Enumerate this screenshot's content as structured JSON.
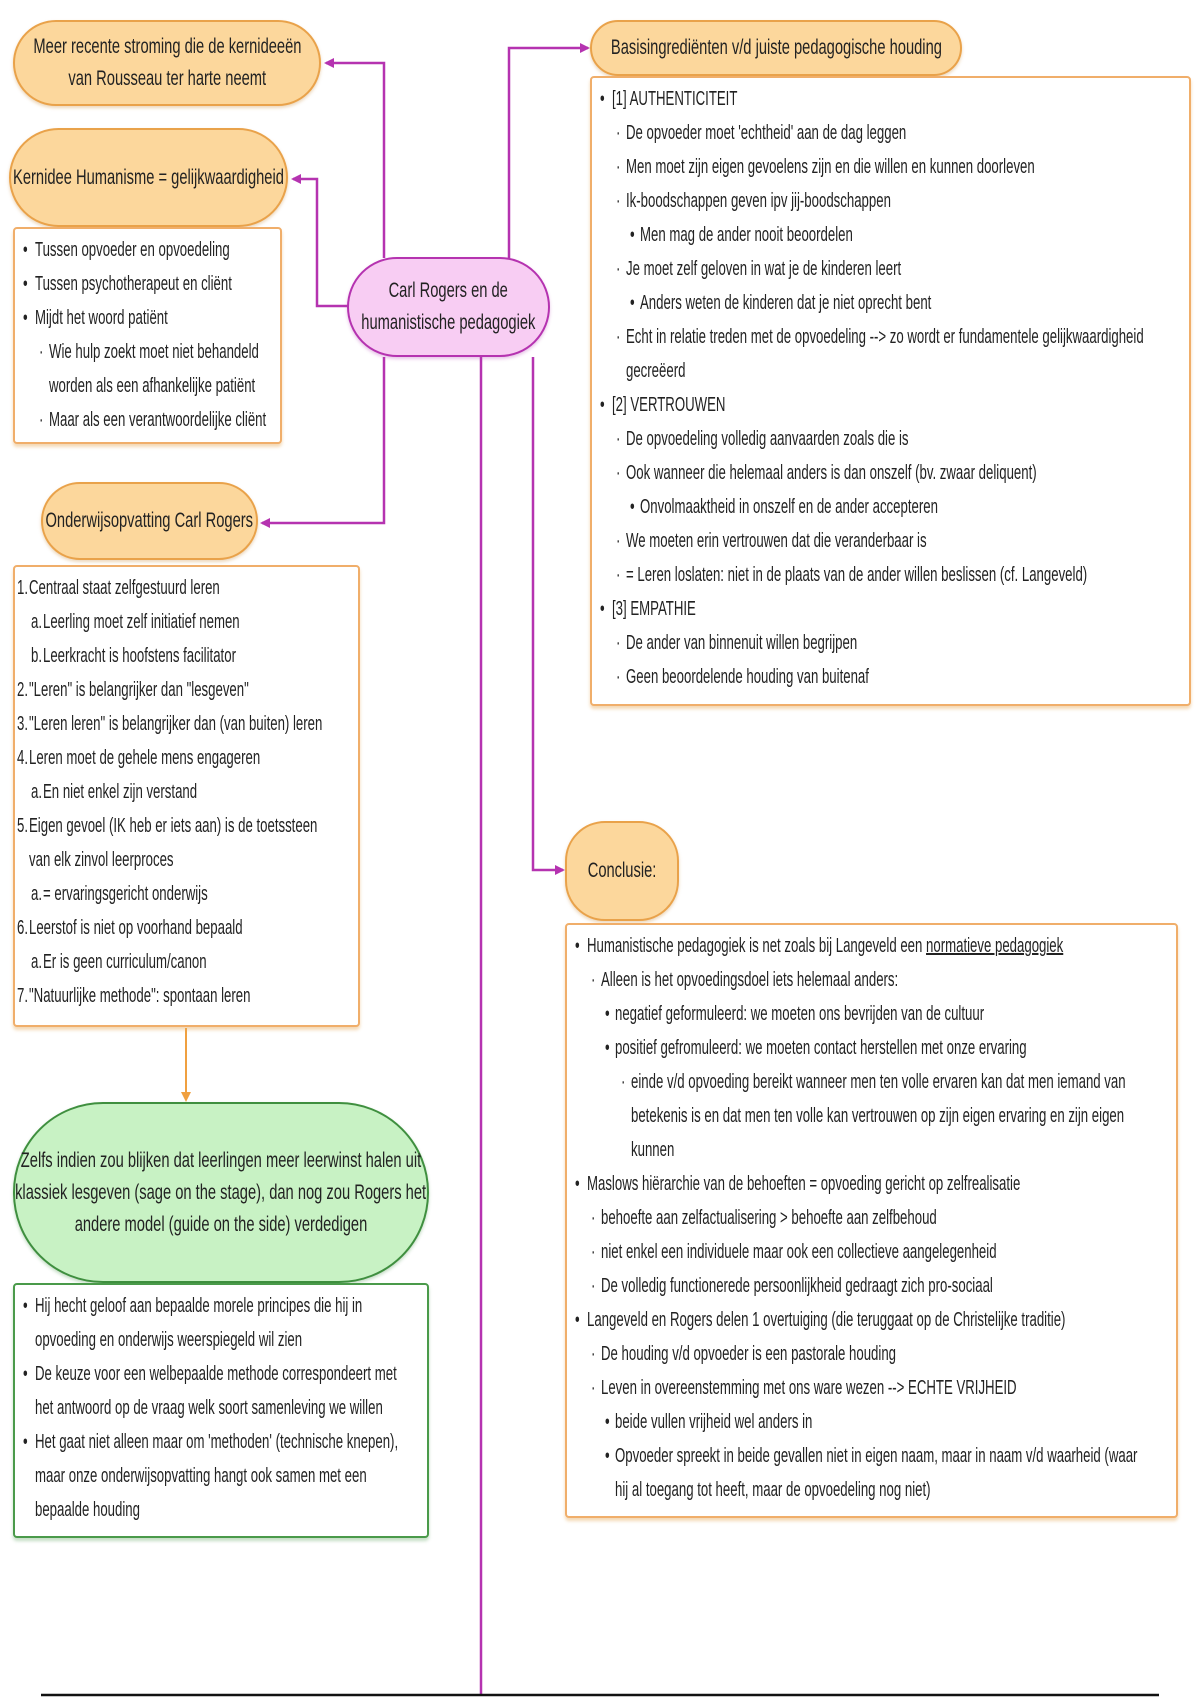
{
  "central": {
    "lines": [
      "Carl Rogers en de",
      "humanistische pedagogiek"
    ]
  },
  "colors": {
    "connector": "#b533b0",
    "orange_node": "#fcd79c",
    "orange_border": "#e9a24a",
    "green_node": "#c8f2c4",
    "central_node": "#f8cdf3"
  },
  "rousseau": {
    "lines": [
      "Meer recente stroming die de kernideeën",
      "van Rousseau ter harte neemt"
    ]
  },
  "kernidee": {
    "lines": [
      "Kernidee Humanisme = gelijkwaardigheid"
    ],
    "items": [
      {
        "lv": 0,
        "b": "•",
        "t": "Tussen opvoeder en opvoedeling"
      },
      {
        "lv": 0,
        "b": "•",
        "t": "Tussen psychotherapeut en cliënt"
      },
      {
        "lv": 0,
        "b": "•",
        "t": "Mijdt het woord patiënt"
      },
      {
        "lv": 1,
        "b": "·",
        "t": "Wie hulp zoekt moet niet behandeld"
      },
      {
        "lv": 1,
        "b": "",
        "t": "worden als een afhankelijke patiënt"
      },
      {
        "lv": 1,
        "b": "·",
        "t": "Maar als een verantwoordelijke cliënt"
      }
    ]
  },
  "onderwijs": {
    "lines": [
      "Onderwijsopvatting Carl Rogers"
    ],
    "items": [
      {
        "lv": 0,
        "b": "1.",
        "t": "Centraal staat zelfgestuurd leren"
      },
      {
        "lv": 1,
        "b": "a.",
        "t": "Leerling moet zelf initiatief nemen"
      },
      {
        "lv": 1,
        "b": "b.",
        "t": "Leerkracht is hoofstens facilitator"
      },
      {
        "lv": 0,
        "b": "2.",
        "t": "\"Leren\" is belangrijker dan \"lesgeven\""
      },
      {
        "lv": 0,
        "b": "3.",
        "t": "\"Leren leren\" is belangrijker dan (van buiten) leren"
      },
      {
        "lv": 0,
        "b": "4.",
        "t": "Leren moet de gehele mens engageren"
      },
      {
        "lv": 1,
        "b": "a.",
        "t": "En niet enkel zijn verstand"
      },
      {
        "lv": 0,
        "b": "5.",
        "t": "Eigen gevoel (IK heb er iets aan) is de toetssteen"
      },
      {
        "lv": 0,
        "b": "",
        "t": "van elk zinvol leerproces"
      },
      {
        "lv": 1,
        "b": "a.",
        "t": "= ervaringsgericht onderwijs"
      },
      {
        "lv": 0,
        "b": "6.",
        "t": "Leerstof is niet op voorhand bepaald"
      },
      {
        "lv": 1,
        "b": "a.",
        "t": "Er is geen curriculum/canon"
      },
      {
        "lv": 0,
        "b": "7.",
        "t": "\"Natuurlijke methode\": spontaan leren"
      }
    ]
  },
  "green": {
    "lines": [
      "Zelfs indien zou blijken dat leerlingen meer leerwinst halen uit",
      "klassiek lesgeven (sage on the stage), dan nog zou Rogers het",
      "andere model (guide on the side) verdedigen"
    ],
    "items": [
      {
        "lv": 0,
        "b": "•",
        "t": "Hij hecht geloof aan bepaalde morele principes die hij in"
      },
      {
        "lv": 0,
        "b": "",
        "t": "opvoeding en onderwijs weerspiegeld wil zien"
      },
      {
        "lv": 0,
        "b": "•",
        "t": "De keuze voor een welbepaalde methode correspondeert met"
      },
      {
        "lv": 0,
        "b": "",
        "t": "het antwoord op de vraag welk soort samenleving we willen"
      },
      {
        "lv": 0,
        "b": "•",
        "t": "Het gaat niet alleen maar om 'methoden' (technische knepen),"
      },
      {
        "lv": 0,
        "b": "",
        "t": "maar onze onderwijsopvatting hangt ook samen met een"
      },
      {
        "lv": 0,
        "b": "",
        "t": "bepaalde houding"
      }
    ]
  },
  "basis": {
    "lines": [
      "Basisingrediënten v/d juiste pedagogische houding"
    ],
    "items": [
      {
        "lv": 0,
        "b": "•",
        "t": "[1] AUTHENTICITEIT"
      },
      {
        "lv": 1,
        "b": "·",
        "t": "De opvoeder moet 'echtheid' aan de dag leggen"
      },
      {
        "lv": 1,
        "b": "·",
        "t": "Men moet zijn eigen gevoelens zijn en die willen en kunnen doorleven"
      },
      {
        "lv": 1,
        "b": "·",
        "t": "Ik-boodschappen geven ipv jij-boodschappen"
      },
      {
        "lv": 2,
        "b": "•",
        "t": "Men mag de ander nooit beoordelen"
      },
      {
        "lv": 1,
        "b": "·",
        "t": "Je moet zelf geloven in wat je de kinderen leert"
      },
      {
        "lv": 2,
        "b": "•",
        "t": "Anders weten de kinderen dat je niet oprecht bent"
      },
      {
        "lv": 1,
        "b": "·",
        "t": "Echt in relatie treden met de opvoedeling --> zo wordt er fundamentele gelijkwaardigheid"
      },
      {
        "lv": 1,
        "b": "",
        "t": "gecreëerd"
      },
      {
        "lv": 0,
        "b": "•",
        "t": "[2] VERTROUWEN"
      },
      {
        "lv": 1,
        "b": "·",
        "t": "De opvoedeling volledig aanvaarden zoals die is"
      },
      {
        "lv": 1,
        "b": "·",
        "t": "Ook wanneer die helemaal anders is dan onszelf (bv. zwaar deliquent)"
      },
      {
        "lv": 2,
        "b": "•",
        "t": "Onvolmaaktheid in onszelf en de ander accepteren"
      },
      {
        "lv": 1,
        "b": "·",
        "t": "We moeten erin vertrouwen dat die veranderbaar is"
      },
      {
        "lv": 1,
        "b": "·",
        "t": "= Leren loslaten: niet in de plaats van de ander willen beslissen (cf. Langeveld)"
      },
      {
        "lv": 0,
        "b": "•",
        "t": "[3] EMPATHIE"
      },
      {
        "lv": 1,
        "b": "·",
        "t": "De ander van binnenuit willen begrijpen"
      },
      {
        "lv": 1,
        "b": "·",
        "t": "Geen beoordelende houding van buitenaf"
      }
    ]
  },
  "conclusie": {
    "lines": [
      "Conclusie:"
    ],
    "items": [
      {
        "lv": 0,
        "b": "•",
        "t": "Humanistische pedagogiek is net zoals bij Langeveld een ",
        "u": "normatieve pedagogiek"
      },
      {
        "lv": 1,
        "b": "·",
        "t": "Alleen is het opvoedingsdoel iets helemaal anders:"
      },
      {
        "lv": 2,
        "b": "•",
        "t": "negatief geformuleerd: we moeten ons bevrijden van de cultuur"
      },
      {
        "lv": 2,
        "b": "•",
        "t": "positief gefromuleerd: we moeten contact herstellen met onze ervaring"
      },
      {
        "lv": 3,
        "b": "·",
        "t": "einde v/d opvoeding bereikt wanneer men ten volle ervaren kan dat men iemand van"
      },
      {
        "lv": 3,
        "b": "",
        "t": "betekenis is en dat men ten volle kan vertrouwen op zijn eigen ervaring en zijn eigen"
      },
      {
        "lv": 3,
        "b": "",
        "t": "kunnen"
      },
      {
        "lv": 0,
        "b": "•",
        "t": "Maslows hiërarchie van de behoeften = opvoeding gericht op zelfrealisatie"
      },
      {
        "lv": 1,
        "b": "·",
        "t": "behoefte aan zelfactualisering > behoefte aan zelfbehoud"
      },
      {
        "lv": 1,
        "b": "·",
        "t": "niet enkel een individuele maar ook een collectieve aangelegenheid"
      },
      {
        "lv": 1,
        "b": "·",
        "t": "De volledig functionerede persoonlijkheid gedraagt zich pro-sociaal"
      },
      {
        "lv": 0,
        "b": "•",
        "t": "Langeveld en Rogers delen 1 overtuiging (die teruggaat op de Christelijke traditie)"
      },
      {
        "lv": 1,
        "b": "·",
        "t": "De houding v/d opvoeder is een pastorale houding"
      },
      {
        "lv": 1,
        "b": "·",
        "t": "Leven in overeenstemming met ons ware wezen --> ECHTE VRIJHEID"
      },
      {
        "lv": 2,
        "b": "•",
        "t": "beide vullen vrijheid wel anders in"
      },
      {
        "lv": 2,
        "b": "•",
        "t": "Opvoeder spreekt in beide gevallen niet in eigen naam, maar in naam v/d waarheid (waar"
      },
      {
        "lv": 2,
        "b": "",
        "t": "hij al toegang tot heeft, maar de opvoedeling nog niet)"
      }
    ]
  }
}
